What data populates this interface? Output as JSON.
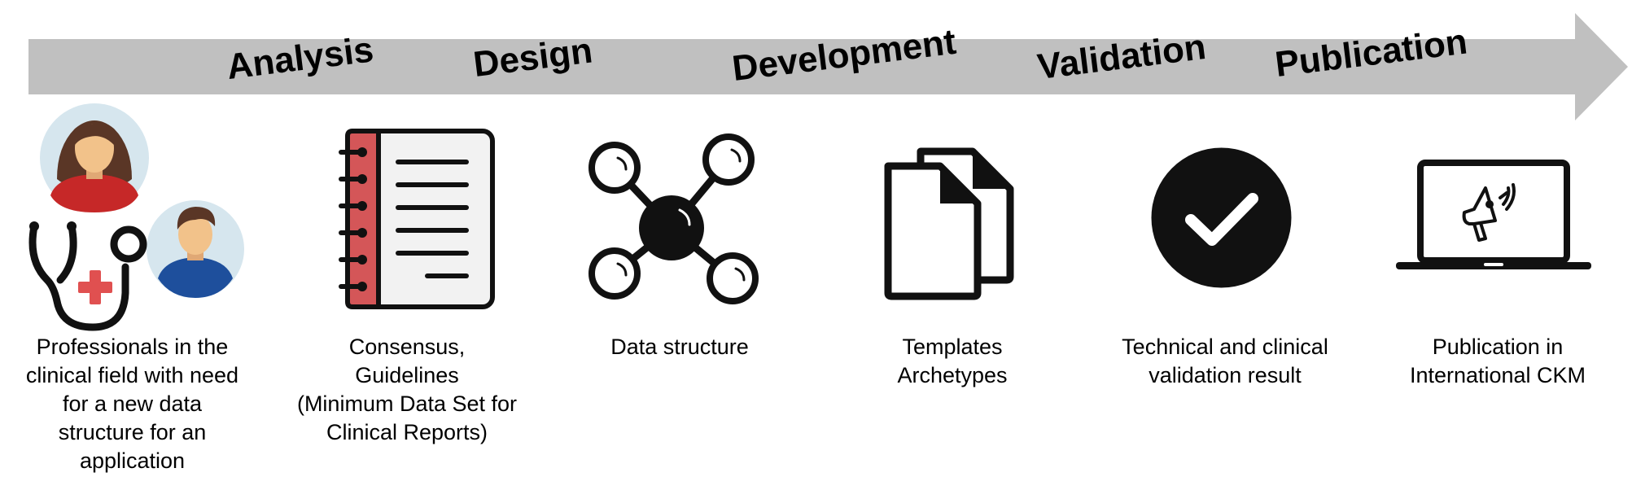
{
  "phases": {
    "analysis": "Analysis",
    "design": "Design",
    "development": "Development",
    "validation": "Validation",
    "publication": "Publication"
  },
  "captions": {
    "professionals": [
      "Professionals in the",
      "clinical field with need",
      "for a new data",
      "structure for an",
      "application"
    ],
    "consensus": [
      "Consensus,",
      "Guidelines",
      "(Minimum Data Set for",
      "Clinical Reports)"
    ],
    "data_structure": [
      "Data structure"
    ],
    "templates": [
      "Templates",
      "Archetypes"
    ],
    "validation": [
      "Technical and clinical",
      "validation result"
    ],
    "publication": [
      "Publication in",
      "International CKM"
    ]
  },
  "icons": {
    "professionals": "clinicians-stethoscope-icon",
    "consensus": "notebook-icon",
    "data_structure": "network-nodes-icon",
    "templates": "documents-icon",
    "validation": "checkmark-circle-icon",
    "publication": "laptop-megaphone-icon"
  },
  "colors": {
    "arrow": "#c0c0c0",
    "notebook_cover": "#d45658",
    "red_cross": "#e05050",
    "avatar_bg": "#d6e6ee",
    "female_shirt": "#c62828",
    "male_shirt": "#1e4f9c",
    "hair": "#5a3626",
    "skin": "#f2c28a"
  }
}
